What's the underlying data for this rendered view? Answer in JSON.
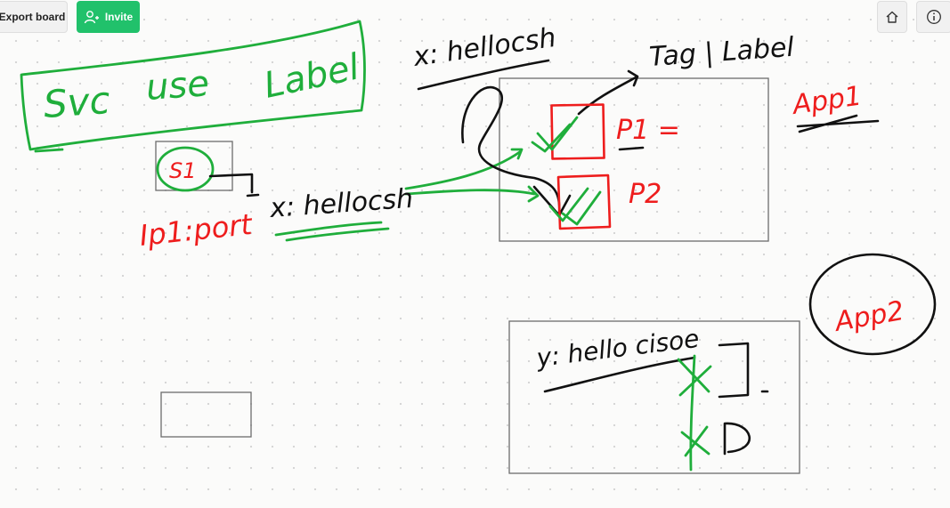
{
  "toolbar": {
    "export_label": "Export board",
    "invite_label": "Invite"
  },
  "board": {
    "annotations": {
      "svc_title": "Svc",
      "use_word": "use",
      "label_word": "Label",
      "s1": "S1",
      "ip_port": "Ip1:port",
      "x_hellocsh_left": "x: hellocsh",
      "x_hellocsh_top": "x: hellocsh",
      "tag_label": "Tag | Label",
      "app1": "App1",
      "p1": "P1 =",
      "p2": "P2",
      "app2": "App2",
      "y_hellocisoe": "y: hello cisoe"
    }
  },
  "colors": {
    "accent_green": "#21c16b",
    "ink_green": "#1fae3b",
    "ink_red": "#ee1d1d",
    "ink_black": "#111111",
    "frame_gray": "#6c6c6c"
  },
  "icons": {
    "invite": "add-user-icon",
    "home": "home-icon",
    "info": "info-icon"
  }
}
